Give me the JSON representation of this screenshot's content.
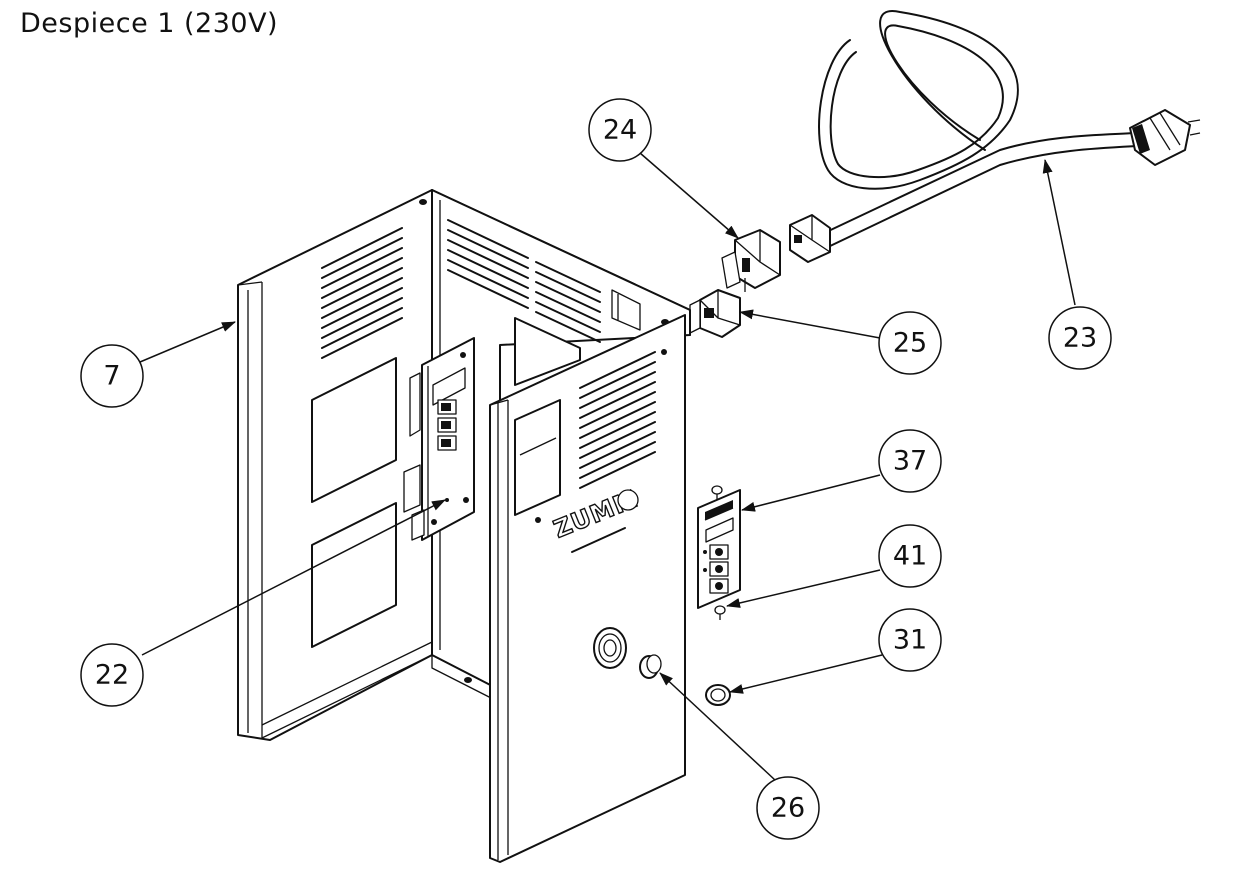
{
  "title": "Despiece 1 (230V)",
  "brand_logo": "ZUMM",
  "callouts": [
    {
      "id": "7",
      "label": "7"
    },
    {
      "id": "22",
      "label": "22"
    },
    {
      "id": "23",
      "label": "23"
    },
    {
      "id": "24",
      "label": "24"
    },
    {
      "id": "25",
      "label": "25"
    },
    {
      "id": "26",
      "label": "26"
    },
    {
      "id": "31",
      "label": "31"
    },
    {
      "id": "37",
      "label": "37"
    },
    {
      "id": "41",
      "label": "41"
    }
  ]
}
